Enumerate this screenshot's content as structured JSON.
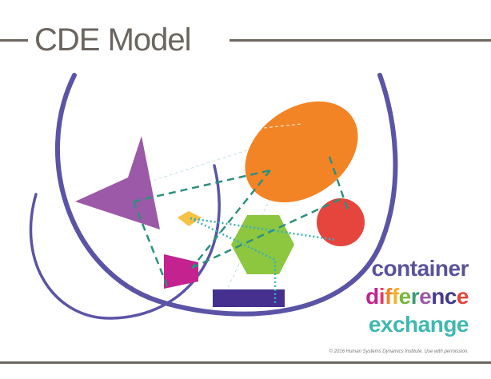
{
  "title": "CDE Model",
  "legend": {
    "container": "container",
    "difference_letters": [
      {
        "ch": "d",
        "color": "#c2238e"
      },
      {
        "ch": "i",
        "color": "#e23a6a"
      },
      {
        "ch": "f",
        "color": "#f0832a"
      },
      {
        "ch": "f",
        "color": "#f5b22e"
      },
      {
        "ch": "e",
        "color": "#7ab73c"
      },
      {
        "ch": "r",
        "color": "#3a9b78"
      },
      {
        "ch": "e",
        "color": "#9a5aa6"
      },
      {
        "ch": "n",
        "color": "#4a3891"
      },
      {
        "ch": "c",
        "color": "#3d3a8a"
      },
      {
        "ch": "e",
        "color": "#e0463e"
      }
    ],
    "exchange": "exchange"
  },
  "copyright": "© 2016 Human Systems Dynamics Institute. Use with permission.",
  "colors": {
    "container_arc": "#5b54a6",
    "triangle": "#9b59a8",
    "ellipse": "#f38425",
    "circle": "#e5453d",
    "hexagon": "#8dc63f",
    "trapezoid": "#c3228f",
    "diamond": "#f6c244",
    "rectangle": "#45308f",
    "dashed_link": "#2e8f7e",
    "dotted_link": "#3ab0b8",
    "light_link": "#a9cdd6"
  }
}
